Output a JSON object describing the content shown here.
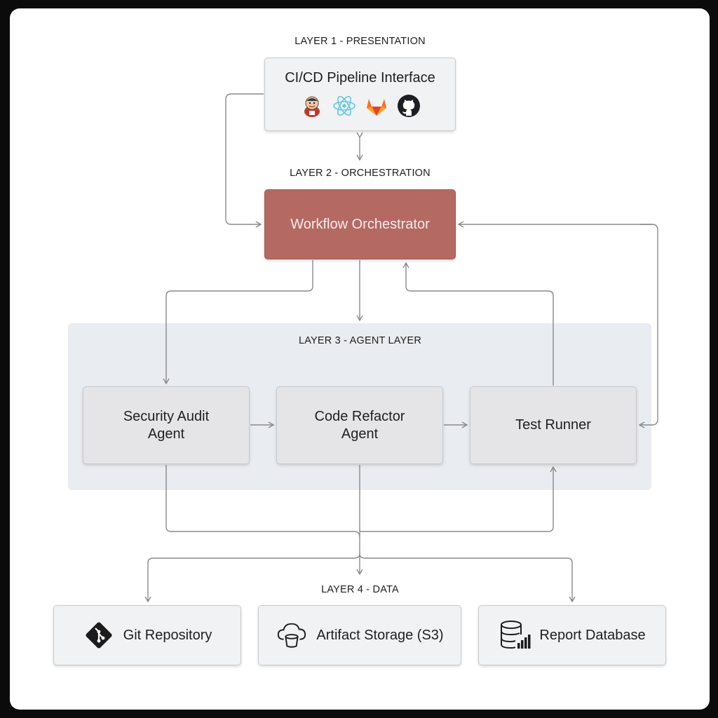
{
  "layers": {
    "l1": "LAYER 1 - PRESENTATION",
    "l2": "LAYER 2 - ORCHESTRATION",
    "l3": "LAYER 3 - AGENT LAYER",
    "l4": "LAYER 4 - DATA"
  },
  "presentation": {
    "title": "CI/CD Pipeline Interface",
    "icons": [
      "jenkins-icon",
      "react-icon",
      "gitlab-icon",
      "github-icon"
    ]
  },
  "orchestration": {
    "title": "Workflow Orchestrator"
  },
  "agents": {
    "security": "Security Audit\nAgent",
    "refactor": "Code Refactor\nAgent",
    "test": "Test Runner"
  },
  "data_stores": {
    "git": "Git Repository",
    "artifact": "Artifact Storage (S3)",
    "report": "Report Database"
  },
  "colors": {
    "orchestrator_fill": "#b46a63",
    "node_fill": "#e5e5e7",
    "agent_band": "#e9ecf0",
    "connector": "#8a8a8a"
  }
}
